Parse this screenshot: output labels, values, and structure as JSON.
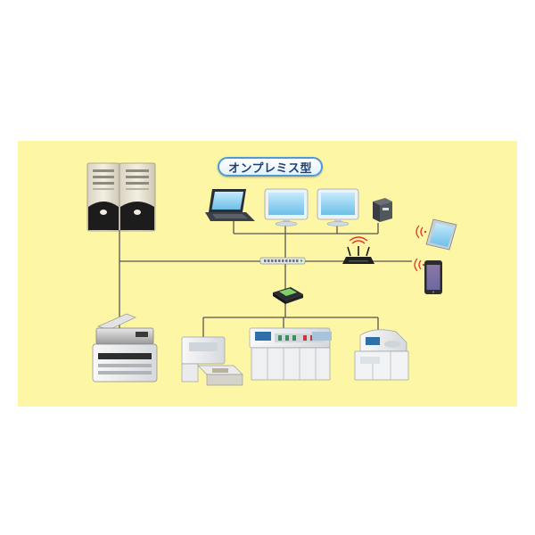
{
  "diagram": {
    "title": "オンプレミス型",
    "colors": {
      "background": "#fdf6a4",
      "line": "#555555",
      "title_border": "#4d9ad8",
      "title_text": "#1d3f73",
      "wifi": "#e03a2a"
    },
    "nodes": [
      {
        "id": "server-1",
        "kind": "tower-server"
      },
      {
        "id": "server-2",
        "kind": "tower-server"
      },
      {
        "id": "laptop",
        "kind": "laptop"
      },
      {
        "id": "monitor-1",
        "kind": "desktop-monitor"
      },
      {
        "id": "monitor-2",
        "kind": "desktop-monitor"
      },
      {
        "id": "small-device",
        "kind": "terminal-box"
      },
      {
        "id": "network-hub",
        "kind": "switching-hub"
      },
      {
        "id": "wifi-router",
        "kind": "wireless-router"
      },
      {
        "id": "tablet",
        "kind": "tablet"
      },
      {
        "id": "smartphone",
        "kind": "smartphone"
      },
      {
        "id": "interface-unit",
        "kind": "interface-box"
      },
      {
        "id": "printer",
        "kind": "multifunction-printer"
      },
      {
        "id": "analyzer-1",
        "kind": "lab-analyzer"
      },
      {
        "id": "analyzer-2",
        "kind": "automated-lab-line"
      },
      {
        "id": "analyzer-3",
        "kind": "lab-analyzer"
      }
    ]
  }
}
